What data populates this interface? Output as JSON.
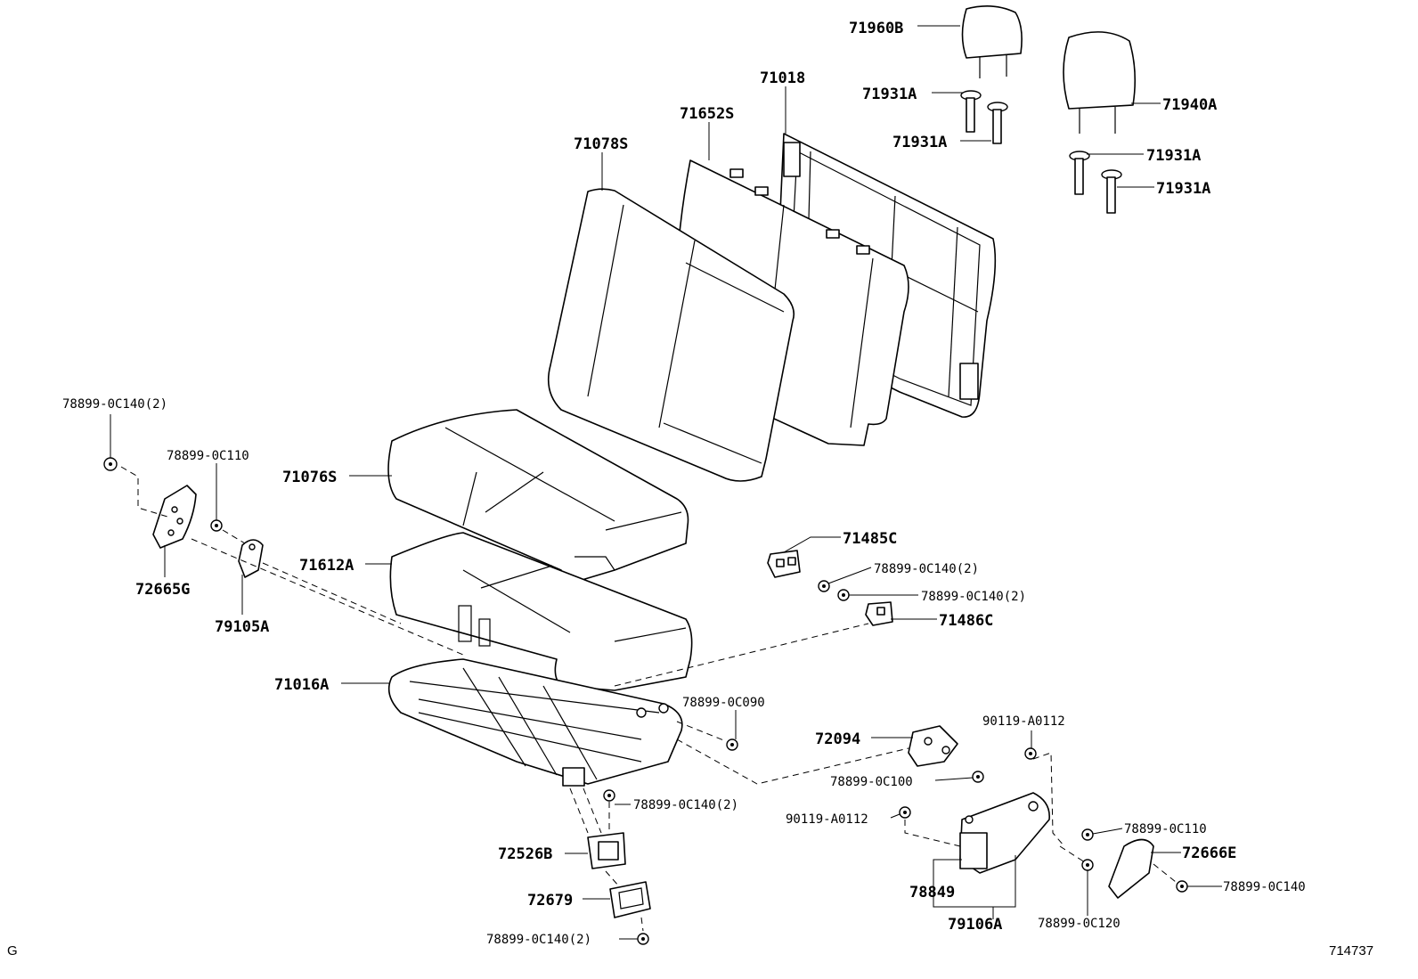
{
  "corner_left": "G",
  "corner_right": "714737",
  "labels": {
    "p71960B": "71960B",
    "p71931A_1": "71931A",
    "p71931A_2": "71931A",
    "p71940A": "71940A",
    "p71931A_3": "71931A",
    "p71931A_4": "71931A",
    "p71018": "71018",
    "p71652S": "71652S",
    "p71078S": "71078S",
    "p71076S": "71076S",
    "p71612A": "71612A",
    "p71016A": "71016A",
    "p78899_0C140_2_a": "78899-0C140(2)",
    "p78899_0C110_a": "78899-0C110",
    "p72665G": "72665G",
    "p79105A": "79105A",
    "p71485C": "71485C",
    "p78899_0C140_2_b": "78899-0C140(2)",
    "p78899_0C140_2_c": "78899-0C140(2)",
    "p71486C": "71486C",
    "p78899_0C090": "78899-0C090",
    "p90119_A0112_a": "90119-A0112",
    "p72094": "72094",
    "p78899_0C100": "78899-0C100",
    "p78899_0C140_2_d": "78899-0C140(2)",
    "p90119_A0112_b": "90119-A0112",
    "p78899_0C110_b": "78899-0C110",
    "p72526B": "72526B",
    "p72666E": "72666E",
    "p78849": "78849",
    "p78899_0C140": "78899-0C140",
    "p72679": "72679",
    "p79106A": "79106A",
    "p78899_0C120": "78899-0C120",
    "p78899_0C140_2_e": "78899-0C140(2)"
  }
}
